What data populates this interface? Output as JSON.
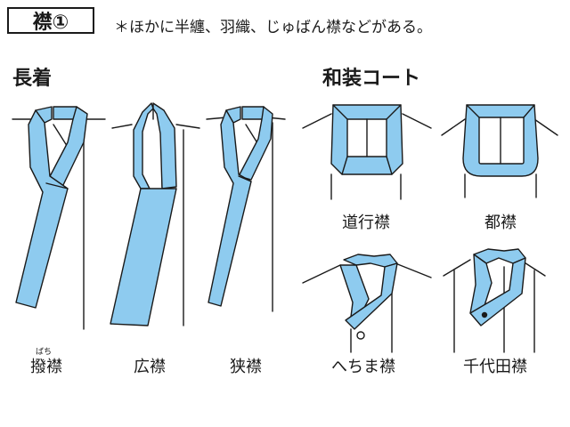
{
  "header": {
    "title": "襟①",
    "note": "＊ほかに半纏、羽織、じゅばん襟などがある。"
  },
  "sections": {
    "nagagi": "長着",
    "wasou_coat": "和装コート"
  },
  "collars": {
    "bachieri": {
      "label": "撥襟",
      "ruby": "ばち"
    },
    "hiroeri": {
      "label": "広襟"
    },
    "kyoueri": {
      "label": "狭襟"
    },
    "dougyoueri": {
      "label": "道行襟"
    },
    "miyakoeri": {
      "label": "都襟"
    },
    "hechimaeri": {
      "label": "へちま襟"
    },
    "chiyodaeri": {
      "label": "千代田襟"
    }
  },
  "colors": {
    "collar_fill": "#8ecbef",
    "outline": "#1a1a1a"
  }
}
